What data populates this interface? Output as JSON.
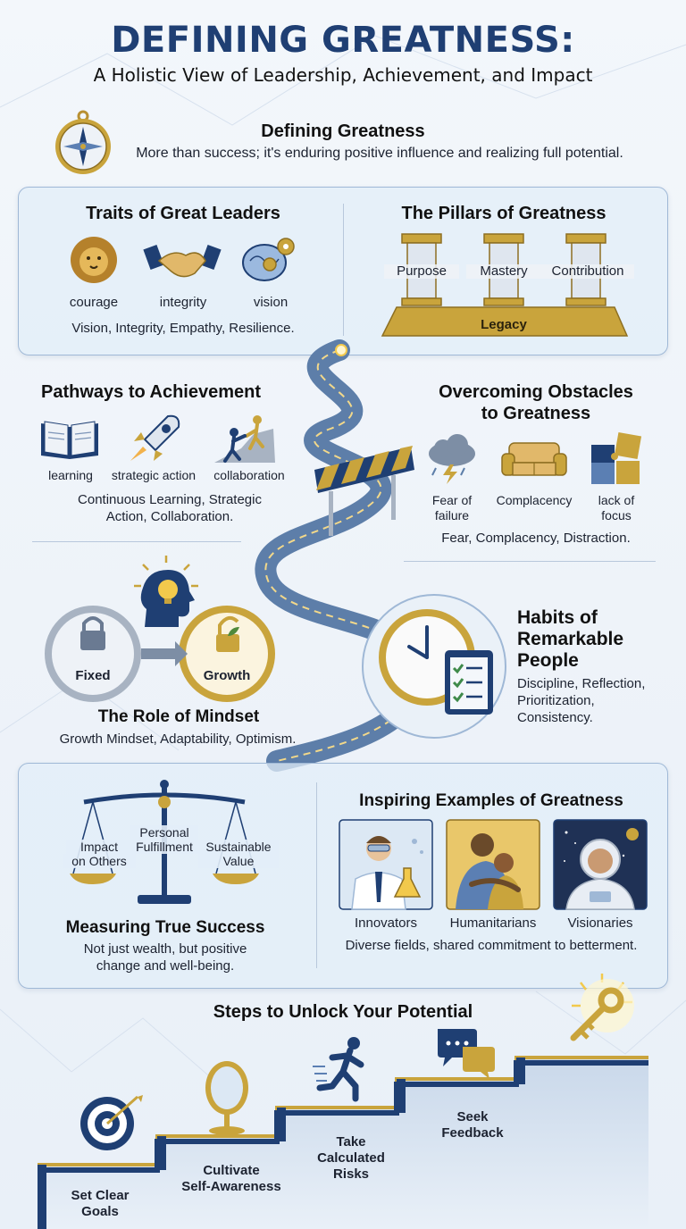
{
  "header": {
    "title": "DEFINING GREATNESS:",
    "subtitle": "A Holistic View of Leadership, Achievement, and Impact"
  },
  "intro": {
    "heading": "Defining Greatness",
    "text": "More than success; it's enduring positive influence and realizing full potential."
  },
  "traits": {
    "heading": "Traits of Great Leaders",
    "items": [
      {
        "label": "courage",
        "icon": "lion-icon"
      },
      {
        "label": "integrity",
        "icon": "handshake-icon"
      },
      {
        "label": "vision",
        "icon": "brain-gears-icon"
      }
    ],
    "summary": "Vision, Integrity, Empathy, Resilience."
  },
  "pillars": {
    "heading": "The Pillars of Greatness",
    "items": [
      "Purpose",
      "Mastery",
      "Contribution"
    ],
    "base": "Legacy"
  },
  "pathways": {
    "heading": "Pathways to Achievement",
    "items": [
      {
        "label": "learning",
        "icon": "book-icon"
      },
      {
        "label": "strategic action",
        "icon": "rocket-icon"
      },
      {
        "label": "collaboration",
        "icon": "climbers-icon"
      }
    ],
    "summary_line1": "Continuous Learning, Strategic",
    "summary_line2": "Action, Collaboration."
  },
  "obstacles": {
    "heading_line1": "Overcoming Obstacles",
    "heading_line2": "to Greatness",
    "items": [
      {
        "line1": "Fear of",
        "line2": "failure",
        "icon": "storm-cloud-icon"
      },
      {
        "line1": "Complacency",
        "line2": "",
        "icon": "couch-icon"
      },
      {
        "line1": "lack of",
        "line2": "focus",
        "icon": "puzzle-icon"
      }
    ],
    "summary": "Fear, Complacency, Distraction."
  },
  "mindset": {
    "fixed": "Fixed",
    "growth": "Growth",
    "heading": "The Role of Mindset",
    "summary": "Growth Mindset, Adaptability, Optimism."
  },
  "habits": {
    "heading_line1": "Habits of",
    "heading_line2": "Remarkable",
    "heading_line3": "People",
    "text_line1": "Discipline, Reflection,",
    "text_line2": "Prioritization,",
    "text_line3": "Consistency."
  },
  "success": {
    "left_line1": "Impact",
    "left_line2": "on Others",
    "center_line1": "Personal",
    "center_line2": "Fulfillment",
    "right_line1": "Sustainable",
    "right_line2": "Value",
    "heading": "Measuring True Success",
    "text_line1": "Not just wealth, but positive",
    "text_line2": "change and well-being."
  },
  "examples": {
    "heading": "Inspiring Examples of Greatness",
    "items": [
      "Innovators",
      "Humanitarians",
      "Visionaries"
    ],
    "summary": "Diverse fields, shared commitment to betterment."
  },
  "steps": {
    "heading": "Steps to Unlock Your Potential",
    "items": [
      {
        "line1": "Set Clear",
        "line2": "Goals",
        "line3": "",
        "icon": "target-icon"
      },
      {
        "line1": "Cultivate",
        "line2": "Self-Awareness",
        "line3": "",
        "icon": "mirror-icon"
      },
      {
        "line1": "Take",
        "line2": "Calculated",
        "line3": "Risks",
        "icon": "runner-icon"
      },
      {
        "line1": "Seek",
        "line2": "Feedback",
        "line3": "",
        "icon": "chat-bubbles-icon"
      }
    ],
    "final_icon": "key-icon"
  },
  "colors": {
    "navy": "#1f3f73",
    "gold": "#c9a43c",
    "card_bg": "#e2edf8",
    "card_border": "#9fb8d6"
  }
}
